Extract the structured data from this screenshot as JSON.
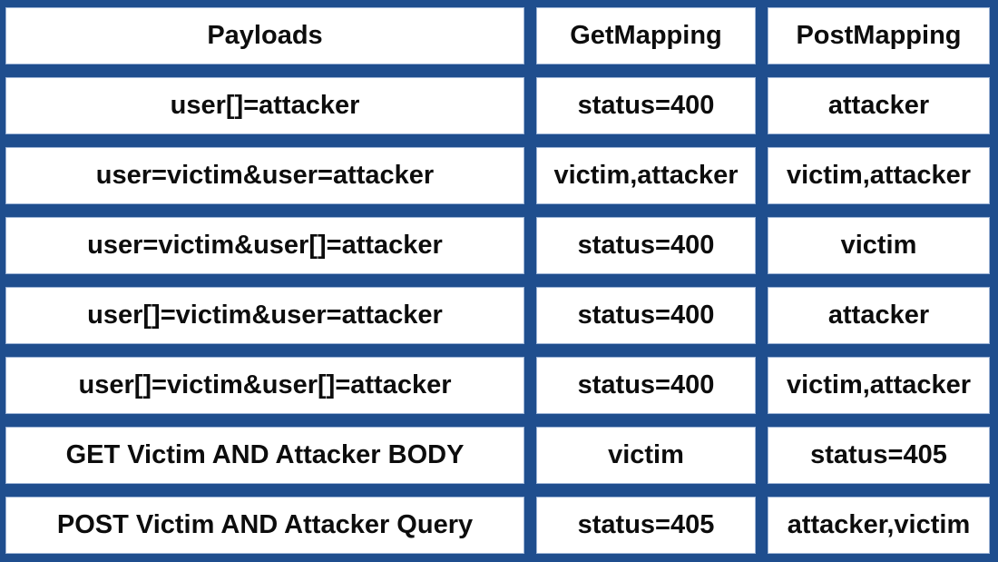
{
  "colors": {
    "background": "#1f4e8e",
    "cell_bg": "#ffffff",
    "cell_border": "#9db4d6",
    "text": "#0d0d0d"
  },
  "chart_data": {
    "type": "table",
    "title": "",
    "columns": [
      "Payloads",
      "GetMapping",
      "PostMapping"
    ],
    "rows": [
      [
        "user[]=attacker",
        "status=400",
        "attacker"
      ],
      [
        "user=victim&user=attacker",
        "victim,attacker",
        "victim,attacker"
      ],
      [
        "user=victim&user[]=attacker",
        "status=400",
        "victim"
      ],
      [
        "user[]=victim&user=attacker",
        "status=400",
        "attacker"
      ],
      [
        "user[]=victim&user[]=attacker",
        "status=400",
        "victim,attacker"
      ],
      [
        "GET Victim AND Attacker BODY",
        "victim",
        "status=405"
      ],
      [
        "POST Victim AND Attacker Query",
        "status=405",
        "attacker,victim"
      ]
    ],
    "layout": {
      "grid": "cells separated by dark blue gutters",
      "legend": "none",
      "header_row": true
    }
  }
}
